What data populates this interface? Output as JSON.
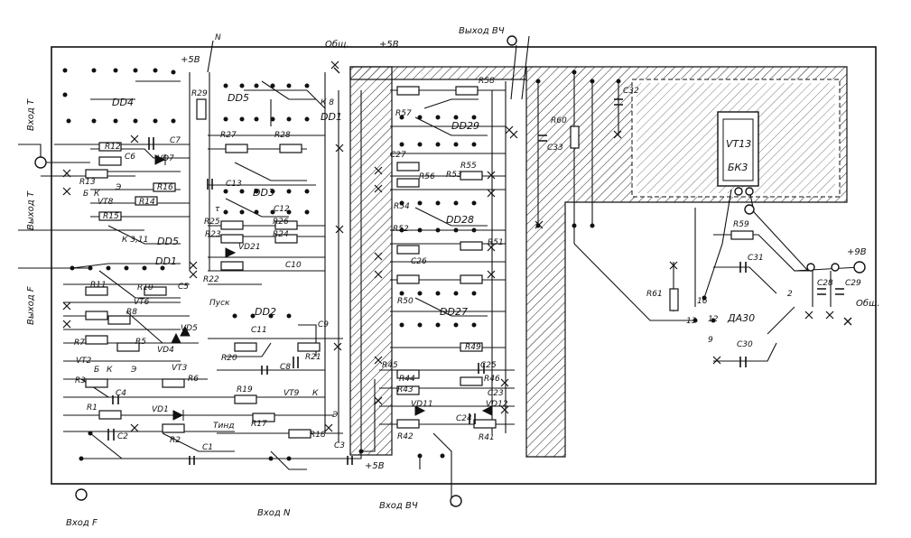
{
  "labels": {
    "vhod_t": "Вход Т",
    "vyhod_t": "Выход Т",
    "vyhod_f": "Выход F",
    "vhod_f": "Вход F",
    "vhod_n": "Вход N",
    "vhod_vch": "Вход ВЧ",
    "vyhod_vch": "Выход ВЧ",
    "obsch_top": "Общ.",
    "obsch_right": "Общ.",
    "v5_top": "+5В",
    "v5_top2": "+5В",
    "v5_bottom": "+5В",
    "v9": "+9В",
    "n_arrow": "N",
    "k8": "К 8",
    "k311": "К 3,11",
    "pusk": "Пуск",
    "tind": "Тинд",
    "tau": "τ"
  },
  "chips": {
    "dd4": "DD4",
    "dd5a": "DD5",
    "dd1a": "DD1",
    "dd3": "DD3",
    "dd5b": "DD5",
    "dd1b": "DD1",
    "dd2": "DD2",
    "dd29": "DD29",
    "dd28": "DD28",
    "dd27": "DD27",
    "da30": "ДА30"
  },
  "resistors": {
    "r1": "R1",
    "r2": "R2",
    "r3": "R3",
    "r5": "R5",
    "r6": "R6",
    "r7": "R7",
    "r8": "R8",
    "r10": "R10",
    "r11": "R11",
    "r12": "R12",
    "r13": "R13",
    "r14": "R14",
    "r15": "R15",
    "r16": "R16",
    "r17": "R17",
    "r18": "R18",
    "r19": "R19",
    "r20": "R20",
    "r21": "R21",
    "r22": "R22",
    "r23": "R23",
    "r24": "R24",
    "r25": "R25",
    "r26": "R26",
    "r27": "R27",
    "r28": "R28",
    "r29": "R29",
    "r41": "R41",
    "r42": "R42",
    "r43": "R43",
    "r44": "R44",
    "r45": "R45",
    "r46": "R46",
    "r49": "R49",
    "r50": "R50",
    "r51": "R51",
    "r52": "R52",
    "r53": "R53",
    "r54": "R54",
    "r55": "R55",
    "r56": "R56",
    "r57": "R57",
    "r58": "R58",
    "r59": "R59",
    "r60": "R60",
    "r61": "R61"
  },
  "capacitors": {
    "c1": "C1",
    "c2": "C2",
    "c3": "C3",
    "c4": "C4",
    "c5": "C5",
    "c6": "C6",
    "c7": "C7",
    "c8": "C8",
    "c9": "C9",
    "c10": "C10",
    "c11": "C11",
    "c12": "C12",
    "c13": "C13",
    "c23": "C23",
    "c24": "C24",
    "c25": "C25",
    "c26": "C26",
    "c27": "C27",
    "c28": "C28",
    "c29": "C29",
    "c30": "C30",
    "c31": "C31",
    "c32": "C32",
    "c33": "C33"
  },
  "semis": {
    "vt2": "VT2",
    "vt3": "VT3",
    "vt6": "VT6",
    "vt8": "VT8",
    "vt9": "VT9",
    "vd1": "VD1",
    "vd4": "VD4",
    "vd5": "VD5",
    "vd7": "VD7",
    "vd11": "VD11",
    "vd12": "VD12",
    "vd21": "VD21",
    "vt13": "VT13",
    "vt13_type": "БК3"
  },
  "pins": {
    "p2": "2",
    "p9": "9",
    "p12": "12",
    "p13": "13",
    "p16": "16",
    "b": "Б",
    "k": "К",
    "e": "Э"
  }
}
